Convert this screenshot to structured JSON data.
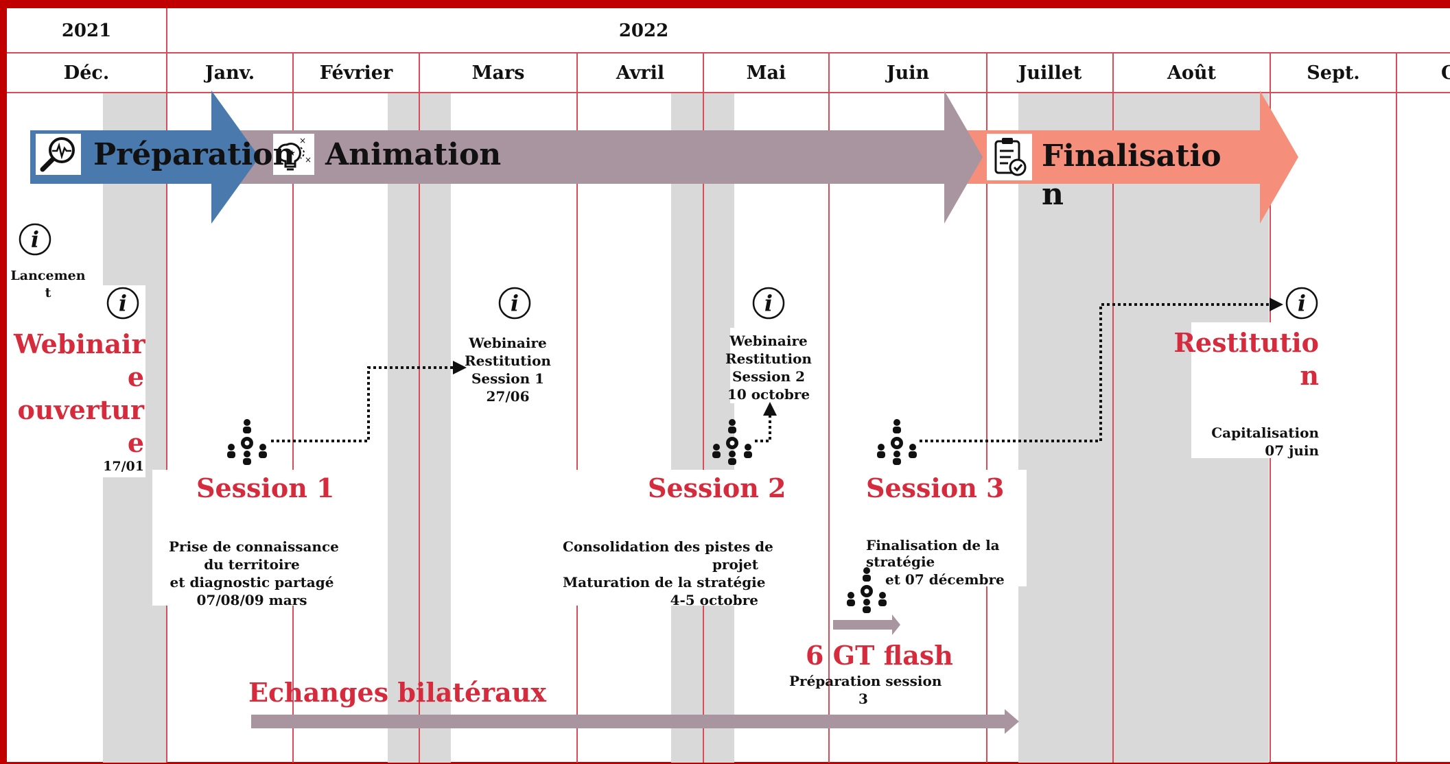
{
  "years": [
    {
      "label": "2021"
    },
    {
      "label": "2022"
    }
  ],
  "months": [
    "Déc.",
    "Janv.",
    "Février",
    "Mars",
    "Avril",
    "Mai",
    "Juin",
    "Juillet",
    "Août",
    "Sept.",
    "O"
  ],
  "phases": [
    {
      "label": "Préparation",
      "color": "#4a7aad",
      "icon": "magnifier-pulse-icon"
    },
    {
      "label": "Animation",
      "color": "#a9959f",
      "icon": "lightbulb-ideas-icon"
    },
    {
      "label": "Finalisatio\nn",
      "color": "#f58e7a",
      "icon": "clipboard-check-icon"
    }
  ],
  "events": {
    "lancement": {
      "label": "Lancemen\nt"
    },
    "webinaire_ouverture": {
      "title": "Webinair\ne\nouvertur\ne",
      "date": "17/01"
    },
    "webinaire_session1": {
      "text": "Webinaire\nRestitution\nSession 1\n27/06"
    },
    "webinaire_session2": {
      "text": "Webinaire\nRestitution\nSession 2\n10 octobre"
    },
    "restitution": {
      "title": "Restitutio\nn",
      "text": "Capitalisation\n07 juin"
    },
    "session1": {
      "title": "Session 1",
      "text": "Prise de connaissance\ndu territoire\net diagnostic partagé\n07/08/09 mars"
    },
    "session2": {
      "title": "Session 2",
      "text": "Consolidation des pistes de\nprojet\nMaturation de la stratégie\n4-5 octobre"
    },
    "session3": {
      "title": "Session 3",
      "text_line1": "Finalisation de la",
      "text_line2": "stratégie",
      "text_line3": "et 07 décembre"
    },
    "gt_flash": {
      "title": "6 GT flash",
      "text": "Préparation session\n3"
    },
    "echanges": {
      "title": "Echanges bilatéraux"
    }
  },
  "colors": {
    "frame": "#c00000",
    "grid": "#d94b57",
    "shade": "#d9d9d9",
    "accent_text": "#d52b3c",
    "mauve_arrow": "#a9959f"
  },
  "icons": [
    "info-icon",
    "team-gear-icon",
    "magnifier-pulse-icon",
    "lightbulb-ideas-icon",
    "clipboard-check-icon"
  ]
}
